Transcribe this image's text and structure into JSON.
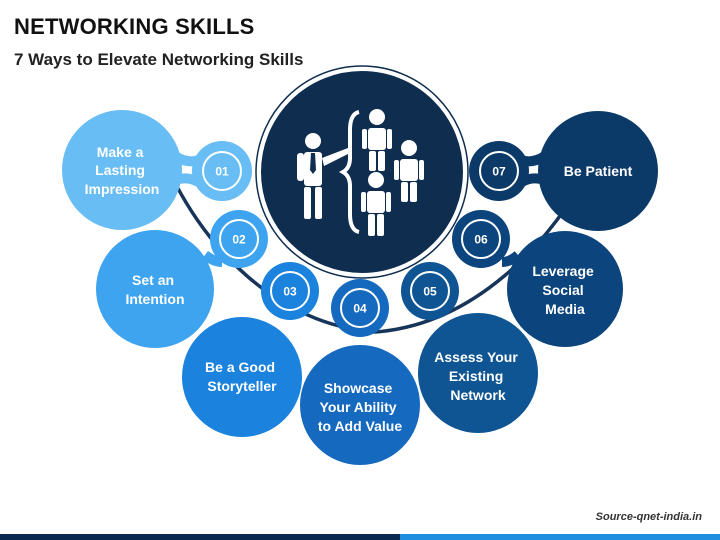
{
  "title": "NETWORKING SKILLS",
  "subtitle": "7 Ways to Elevate Networking Skills",
  "source": "Source-qnet-india.in",
  "colors": {
    "arc": "#17355a",
    "hub": "#0f2d4f",
    "bar_dark": "#0b2a4f",
    "bar_light": "#1f8ee0"
  },
  "center_icon": "people-networking-icon",
  "steps": [
    {
      "num": "01",
      "lines": [
        "Make a",
        "Lasting",
        "Impression"
      ],
      "color": "#67bdf4"
    },
    {
      "num": "02",
      "lines": [
        "Set an",
        "Intention"
      ],
      "color": "#3ea4f0"
    },
    {
      "num": "03",
      "lines": [
        "Be a Good",
        "Storyteller"
      ],
      "color": "#1b82dd"
    },
    {
      "num": "04",
      "lines": [
        "Showcase",
        "Your Ability",
        "to Add Value"
      ],
      "color": "#1569bf"
    },
    {
      "num": "05",
      "lines": [
        "Assess Your",
        "Existing",
        "Network"
      ],
      "color": "#0f5593"
    },
    {
      "num": "06",
      "lines": [
        "Leverage",
        "Social",
        "Media"
      ],
      "color": "#0c447d"
    },
    {
      "num": "07",
      "lines": [
        "Be Patient"
      ],
      "color": "#0b3a69"
    }
  ]
}
